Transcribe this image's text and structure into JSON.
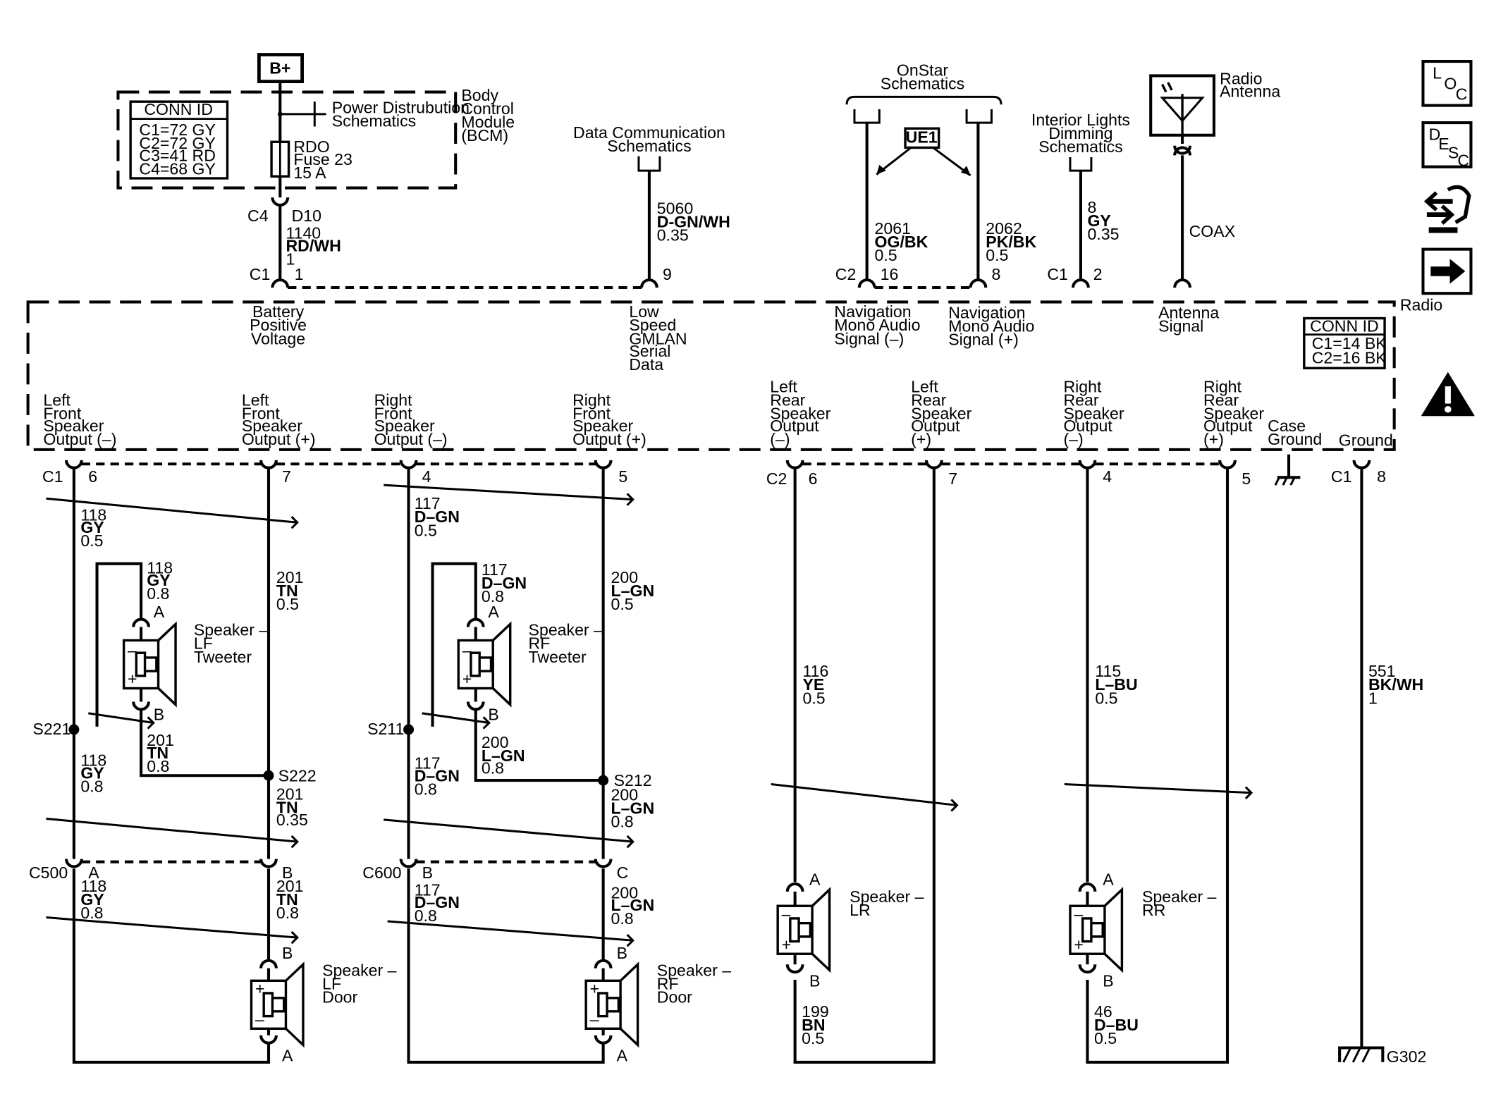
{
  "bplus": "B+",
  "bcm": {
    "conn_title": "CONN ID",
    "conn_rows": [
      "C1=72 GY",
      "C2=72 GY",
      "C3=41 RD",
      "C4=68 GY"
    ],
    "power_ref": [
      "Power Distrubution",
      "Schematics"
    ],
    "module_label": [
      "Body",
      "Control",
      "Module",
      "(BCM)"
    ],
    "fuse": [
      "RDO",
      "Fuse 23",
      "15 A"
    ],
    "c4": "C4",
    "d10": "D10",
    "wire": [
      "1140",
      "RD/WH",
      "1"
    ],
    "c1": "C1",
    "pin": "1"
  },
  "data_comm": {
    "ref": [
      "Data Communication",
      "Schematics"
    ],
    "wire": [
      "5060",
      "D-GN/WH",
      "0.35"
    ],
    "pin": "9"
  },
  "onstar": {
    "ref": [
      "OnStar",
      "Schematics"
    ],
    "ue1": "UE1",
    "wire_left": [
      "2061",
      "OG/BK",
      "0.5"
    ],
    "wire_right": [
      "2062",
      "PK/BK",
      "0.5"
    ],
    "c2": "C2",
    "pin_left": "16",
    "pin_right": "8"
  },
  "dimming": {
    "ref": [
      "Interior Lights",
      "Dimming",
      "Schematics"
    ],
    "wire": [
      "8",
      "GY",
      "0.35"
    ],
    "c1": "C1",
    "pin": "2"
  },
  "antenna": {
    "label": [
      "Radio",
      "Antenna"
    ],
    "coax": "COAX"
  },
  "radio": {
    "name": "Radio",
    "conn_title": "CONN ID",
    "conn_rows": [
      "C1=14 BK",
      "C2=16 BK"
    ],
    "top_labels": {
      "batt": [
        "Battery",
        "Positive",
        "Voltage"
      ],
      "gmlan": [
        "Low",
        "Speed",
        "GMLAN",
        "Serial",
        "Data"
      ],
      "nav_neg": [
        "Navigation",
        "Mono Audio",
        "Signal (–)"
      ],
      "nav_pos": [
        "Navigation",
        "Mono Audio",
        "Signal (+)"
      ],
      "ant": [
        "Antenna",
        "Signal"
      ]
    },
    "bottom_labels": {
      "lf_neg": [
        "Left",
        "Front",
        "Speaker",
        "Output (–)"
      ],
      "lf_pos": [
        "Left",
        "Front",
        "Speaker",
        "Output (+)"
      ],
      "rf_neg": [
        "Right",
        "Front",
        "Speaker",
        "Output (–)"
      ],
      "rf_pos": [
        "Right",
        "Front",
        "Speaker",
        "Output (+)"
      ],
      "lr_neg": [
        "Left",
        "Rear",
        "Speaker",
        "Output",
        "(–)"
      ],
      "lr_pos": [
        "Left",
        "Rear",
        "Speaker",
        "Output",
        "(+)"
      ],
      "rr_neg": [
        "Right",
        "Rear",
        "Speaker",
        "Output",
        "(–)"
      ],
      "rr_pos": [
        "Right",
        "Rear",
        "Speaker",
        "Output",
        "(+)"
      ],
      "case": [
        "Case",
        "Ground"
      ],
      "ground": "Ground"
    }
  },
  "pins": {
    "c1": "C1",
    "c2": "C2",
    "c1b": "C1",
    "p6": "6",
    "p7": "7",
    "p4": "4",
    "p5": "5",
    "p6b": "6",
    "p7b": "7",
    "p4b": "4",
    "p5b": "5",
    "p8": "8"
  },
  "wires": {
    "w118_05": [
      "118",
      "GY",
      "0.5"
    ],
    "w201_05": [
      "201",
      "TN",
      "0.5"
    ],
    "w117_05": [
      "117",
      "D–GN",
      "0.5"
    ],
    "w200_05": [
      "200",
      "L–GN",
      "0.5"
    ],
    "w118_08a": [
      "118",
      "GY",
      "0.8"
    ],
    "w117_08a": [
      "117",
      "D–GN",
      "0.8"
    ],
    "w201_08a": [
      "201",
      "TN",
      "0.8"
    ],
    "w200_08a": [
      "200",
      "L–GN",
      "0.8"
    ],
    "w118_08b": [
      "118",
      "GY",
      "0.8"
    ],
    "w117_08b": [
      "117",
      "D–GN",
      "0.8"
    ],
    "w201_035": [
      "201",
      "TN",
      "0.35"
    ],
    "w200_08b": [
      "200",
      "L–GN",
      "0.8"
    ],
    "w118_08c": [
      "118",
      "GY",
      "0.8"
    ],
    "w201_08c": [
      "201",
      "TN",
      "0.8"
    ],
    "w117_08c": [
      "117",
      "D–GN",
      "0.8"
    ],
    "w200_08c": [
      "200",
      "L–GN",
      "0.8"
    ],
    "w116": [
      "116",
      "YE",
      "0.5"
    ],
    "w115": [
      "115",
      "L–BU",
      "0.5"
    ],
    "w551": [
      "551",
      "BK/WH",
      "1"
    ],
    "w199": [
      "199",
      "BN",
      "0.5"
    ],
    "w46": [
      "46",
      "D–BU",
      "0.5"
    ]
  },
  "splices": {
    "s221": "S221",
    "s222": "S222",
    "s211": "S211",
    "s212": "S212"
  },
  "connectors": {
    "c500": "C500",
    "c500_a": "A",
    "c500_b": "B",
    "c600": "C600",
    "c600_b": "B",
    "c600_c": "C"
  },
  "speakers": {
    "lf_tweeter": [
      "Speaker –",
      "LF",
      "Tweeter"
    ],
    "rf_tweeter": [
      "Speaker –",
      "RF",
      "Tweeter"
    ],
    "lf_door": [
      "Speaker –",
      "LF",
      "Door"
    ],
    "rf_door": [
      "Speaker –",
      "RF",
      "Door"
    ],
    "lr": [
      "Speaker –",
      "LR"
    ],
    "rr": [
      "Speaker –",
      "RR"
    ]
  },
  "pin_letters": {
    "lft_a": "A",
    "lft_b": "B",
    "rft_a": "A",
    "rft_b": "B",
    "lfd_b": "B",
    "lfd_a": "A",
    "rfd_b": "B",
    "rfd_a": "A",
    "lr_a": "A",
    "lr_b": "B",
    "rr_a": "A",
    "rr_b": "B"
  },
  "ground_id": "G302",
  "nav_icons": {
    "loc": [
      "L",
      "O",
      "C"
    ],
    "desc": [
      "D",
      "E",
      "S",
      "C"
    ]
  }
}
